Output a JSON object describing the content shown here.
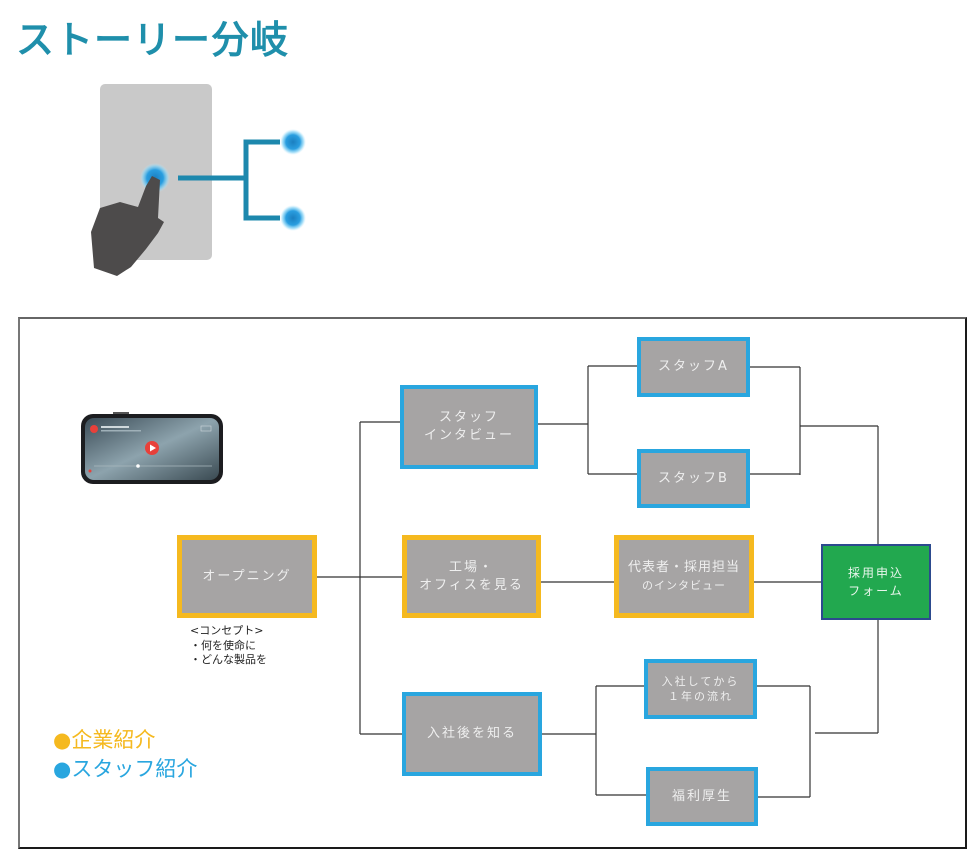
{
  "header": {
    "title": "ストーリー分岐"
  },
  "illustration": {
    "icons": [
      "tablet-icon",
      "hand-pointer-icon",
      "branch-dot-icon"
    ]
  },
  "phone_mockup": {
    "icon": "play-icon",
    "accent": "#e8403a"
  },
  "diagram": {
    "nodes": {
      "opening": {
        "lines": [
          "オープニング"
        ],
        "category": "company"
      },
      "staff_interview": {
        "lines": [
          "スタッフ",
          "インタビュー"
        ],
        "category": "staff"
      },
      "factory_office": {
        "lines": [
          "工場・",
          "オフィスを見る"
        ],
        "category": "company"
      },
      "after_joining": {
        "lines": [
          "入社後を知る"
        ],
        "category": "staff"
      },
      "staff_a": {
        "lines": [
          "スタッフA"
        ],
        "category": "staff"
      },
      "staff_b": {
        "lines": [
          "スタッフB"
        ],
        "category": "staff"
      },
      "rep_interview": {
        "lines": [
          "代表者・採用担当",
          "のインタビュー"
        ],
        "category": "company"
      },
      "first_year": {
        "lines": [
          "入社してから",
          "１年の流れ"
        ],
        "category": "staff"
      },
      "welfare": {
        "lines": [
          "福利厚生"
        ],
        "category": "staff"
      },
      "application_form": {
        "lines": [
          "採用申込",
          "フォーム"
        ],
        "category": "goal"
      }
    },
    "edges": [
      [
        "opening",
        "staff_interview"
      ],
      [
        "opening",
        "factory_office"
      ],
      [
        "opening",
        "after_joining"
      ],
      [
        "staff_interview",
        "staff_a"
      ],
      [
        "staff_interview",
        "staff_b"
      ],
      [
        "staff_a",
        "application_form"
      ],
      [
        "staff_b",
        "application_form"
      ],
      [
        "factory_office",
        "rep_interview"
      ],
      [
        "rep_interview",
        "application_form"
      ],
      [
        "after_joining",
        "first_year"
      ],
      [
        "after_joining",
        "welfare"
      ],
      [
        "first_year",
        "application_form"
      ],
      [
        "welfare",
        "application_form"
      ]
    ],
    "concept_note": {
      "lines": [
        "<コンセプト>",
        "・何を使命に",
        "・どんな製品を"
      ]
    }
  },
  "legend": {
    "items": [
      {
        "marker": "●",
        "label": "企業紹介",
        "color": "#f5b91f"
      },
      {
        "marker": "●",
        "label": "スタッフ紹介",
        "color": "#29a6df"
      }
    ]
  },
  "colors": {
    "title": "#1f8fab",
    "company_border": "#f5b91f",
    "staff_border": "#29a6df",
    "goal_fill": "#22a84f",
    "goal_border": "#2c4a8e",
    "node_fill": "#a6a4a4",
    "connector": "#333333"
  }
}
